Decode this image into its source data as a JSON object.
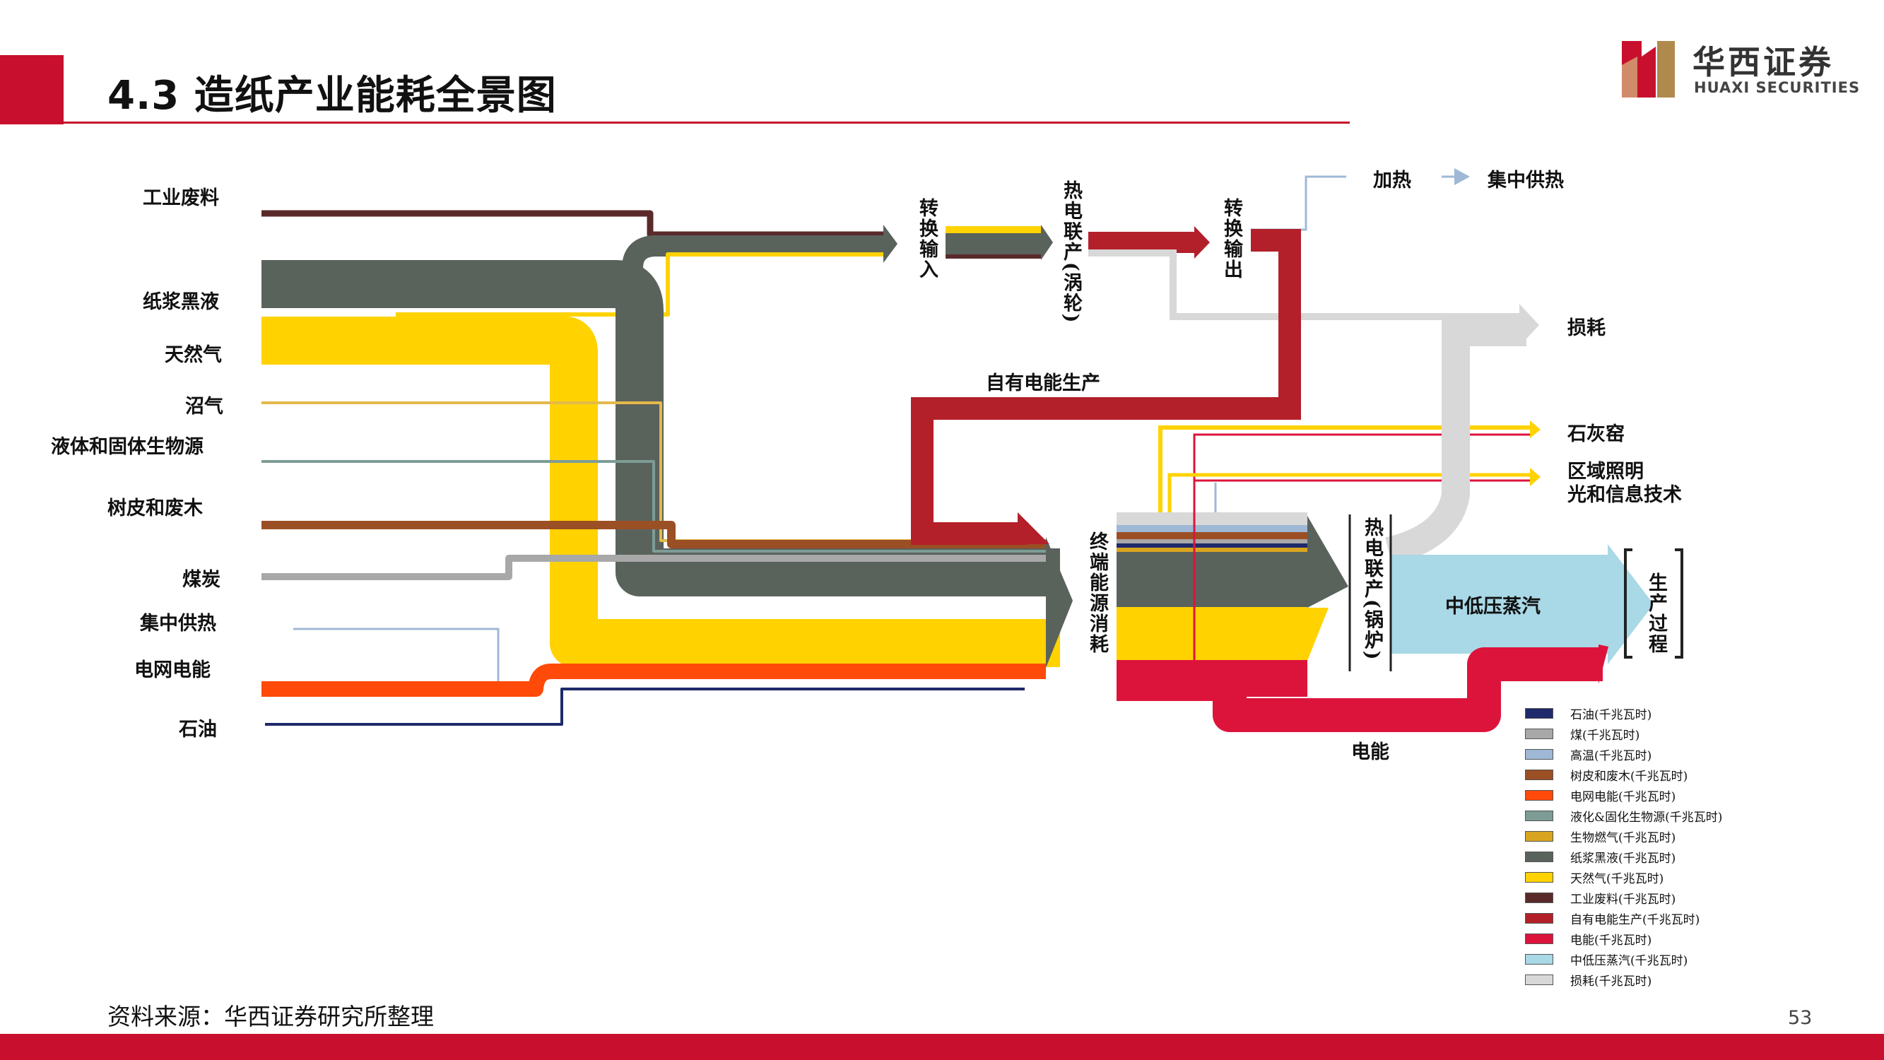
{
  "header": {
    "title": "4.3 造纸产业能耗全景图"
  },
  "logo": {
    "name_cn": "华西证券",
    "name_en": "HUAXI SECURITIES"
  },
  "footer": {
    "source": "资料来源：华西证券研究所整理",
    "page": "53"
  },
  "colors": {
    "accent": "#c8102e",
    "petroleum": "#1f2a6b",
    "coal": "#a8a8a8",
    "high_temp": "#9fb8d6",
    "bark_waste_wood": "#9b4f24",
    "grid_power": "#ff4a0a",
    "biomass": "#7d9c96",
    "biogas": "#d9a520",
    "black_liquor": "#5a625c",
    "natural_gas": "#ffd200",
    "industrial_waste": "#5a2a2a",
    "own_power": "#b3202a",
    "electric_energy": "#dc143c",
    "steam": "#a9d8e6",
    "loss": "#d8d8d8"
  },
  "inputs": [
    {
      "id": "industrial-waste",
      "label": "工业废料"
    },
    {
      "id": "black-liquor",
      "label": "纸浆黑液"
    },
    {
      "id": "natural-gas",
      "label": "天然气"
    },
    {
      "id": "biogas",
      "label": "沼气"
    },
    {
      "id": "biomass",
      "label": "液体和固体生物源"
    },
    {
      "id": "bark",
      "label": "树皮和废木"
    },
    {
      "id": "coal",
      "label": "煤炭"
    },
    {
      "id": "district-heat",
      "label": "集中供热"
    },
    {
      "id": "grid-power",
      "label": "电网电能"
    },
    {
      "id": "petroleum",
      "label": "石油"
    }
  ],
  "nodes": {
    "convert_in": "转换输入",
    "chp_turbine": "热电联产(涡轮)",
    "convert_out": "转换输出",
    "heating": "加热",
    "district_heat_out": "集中供热",
    "loss": "损耗",
    "own_power": "自有电能生产",
    "lime_kiln": "石灰窑",
    "lighting_line1": "区域照明",
    "lighting_line2": "光和信息技术",
    "final_consumption": "终端能源消耗",
    "chp_boiler": "热电联产(锅炉)",
    "steam": "中低压蒸汽",
    "production": "生产过程",
    "electric": "电能"
  },
  "legend": [
    {
      "label": "石油(千兆瓦时)",
      "color": "#1f2a6b"
    },
    {
      "label": "煤(千兆瓦时)",
      "color": "#a8a8a8"
    },
    {
      "label": "高温(千兆瓦时)",
      "color": "#9fb8d6"
    },
    {
      "label": "树皮和废木(千兆瓦时)",
      "color": "#9b4f24"
    },
    {
      "label": "电网电能(千兆瓦时)",
      "color": "#ff4a0a"
    },
    {
      "label": "液化&固化生物源(千兆瓦时)",
      "color": "#7d9c96"
    },
    {
      "label": "生物燃气(千兆瓦时)",
      "color": "#d9a520"
    },
    {
      "label": "纸浆黑液(千兆瓦时)",
      "color": "#5a625c"
    },
    {
      "label": "天然气(千兆瓦时)",
      "color": "#ffd200"
    },
    {
      "label": "工业废料(千兆瓦时)",
      "color": "#5a2a2a"
    },
    {
      "label": "自有电能生产(千兆瓦时)",
      "color": "#b3202a"
    },
    {
      "label": "电能(千兆瓦时)",
      "color": "#dc143c"
    },
    {
      "label": "中低压蒸汽(千兆瓦时)",
      "color": "#a9d8e6"
    },
    {
      "label": "损耗(千兆瓦时)",
      "color": "#d8d8d8"
    }
  ]
}
